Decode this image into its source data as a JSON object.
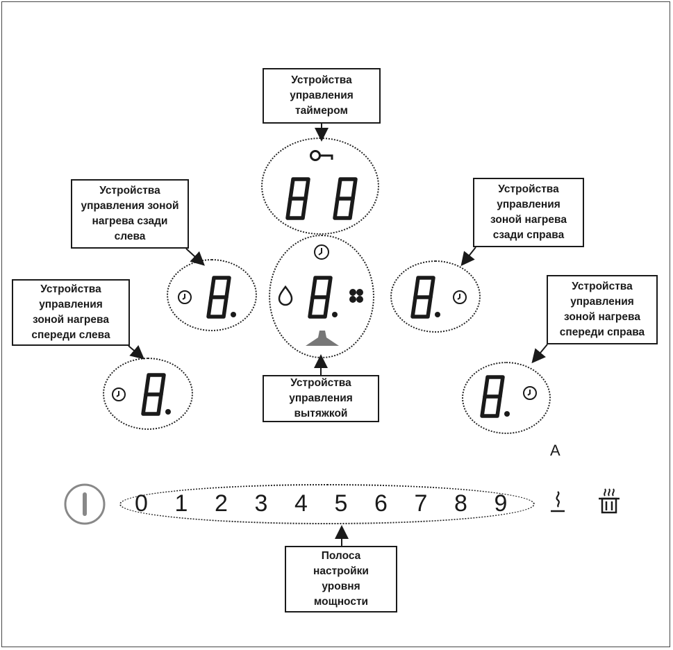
{
  "callouts": {
    "timer": [
      "Устройства",
      "управления",
      "таймером"
    ],
    "rear_left": [
      "Устройства",
      "управления зоной",
      "нагрева сзади",
      "слева"
    ],
    "front_left": [
      "Устройства",
      "управления",
      "зоной нагрева",
      "спереди слева"
    ],
    "hood": [
      "Устройства",
      "управления",
      "вытяжкой"
    ],
    "rear_right": [
      "Устройства",
      "управления",
      "зоной нагрева",
      "сзади справа"
    ],
    "front_right": [
      "Устройства",
      "управления",
      "зоной нагрева",
      "спереди справа"
    ],
    "power_bar": [
      "Полоса",
      "настройки",
      "уровня",
      "мощности"
    ]
  },
  "power_scale": [
    "0",
    "1",
    "2",
    "3",
    "4",
    "5",
    "6",
    "7",
    "8",
    "9"
  ],
  "corner_letter": "A",
  "icons": {
    "key": "key-icon",
    "clock": "clock-icon",
    "drop": "water-drop-icon",
    "fan": "fan-icon",
    "hood": "hood-icon",
    "power": "power-button-icon",
    "keep_warm": "keep-warm-icon",
    "pot": "pot-steam-icon"
  },
  "colors": {
    "stroke": "#1a1a1a",
    "hood": "#777777"
  }
}
